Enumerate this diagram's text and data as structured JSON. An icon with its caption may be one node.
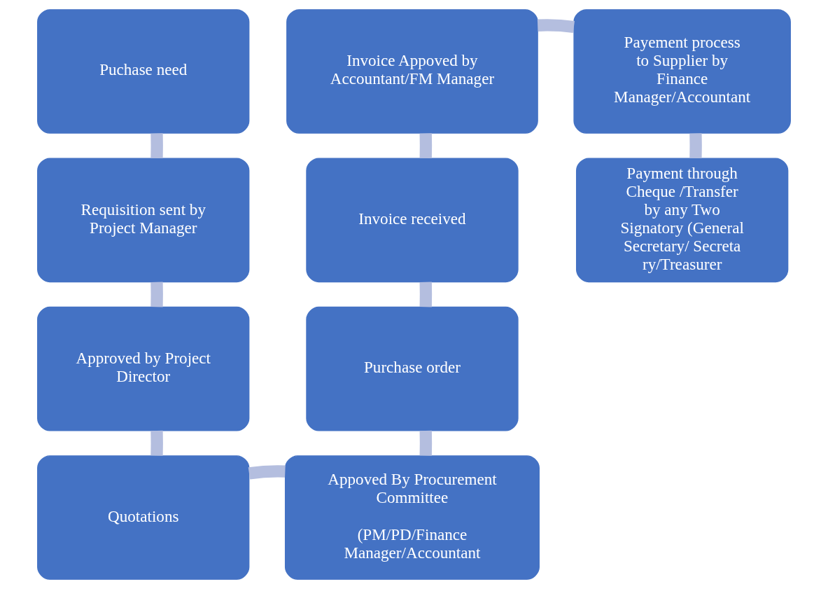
{
  "diagram": {
    "nodes": [
      {
        "text": [
          "Puchase need"
        ]
      },
      {
        "text": [
          "Requisition sent by Project Manager"
        ]
      },
      {
        "text": [
          "Approved by Project Director"
        ]
      },
      {
        "text": [
          "Quotations"
        ]
      },
      {
        "text": [
          "Appoved By Procurement Committee",
          "(PM/PD/Finance Manager/Accountant"
        ]
      },
      {
        "text": [
          "Purchase order"
        ]
      },
      {
        "text": [
          "Invoice received"
        ]
      },
      {
        "text": [
          "Invoice Appoved by Accountant/FM Manager"
        ]
      },
      {
        "text": [
          "Payement process to Supplier by Finance Manager/Accountant"
        ]
      },
      {
        "text": [
          "Payment through Cheque /Transfer by any Two Signatory (General Secretary/ Secretary/Treasurer"
        ]
      }
    ],
    "edges": [
      {
        "from": 0,
        "to": 1,
        "arrow": "none"
      },
      {
        "from": 1,
        "to": 2,
        "arrow": "none"
      },
      {
        "from": 2,
        "to": 3,
        "arrow": "none"
      },
      {
        "from": 3,
        "to": 4,
        "arrow": "none"
      },
      {
        "from": 4,
        "to": 5,
        "arrow": "none"
      },
      {
        "from": 5,
        "to": 6,
        "arrow": "none"
      },
      {
        "from": 6,
        "to": 7,
        "arrow": "none"
      },
      {
        "from": 7,
        "to": 8,
        "arrow": "none"
      },
      {
        "from": 8,
        "to": 9,
        "arrow": "none"
      }
    ]
  }
}
